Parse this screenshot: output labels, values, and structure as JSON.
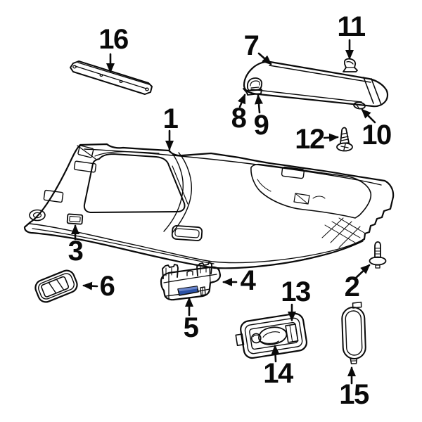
{
  "diagram": {
    "type": "exploded-parts-diagram",
    "subject": "vehicle headliner and interior trim components",
    "highlighted_callout": "5",
    "callouts": {
      "c1": {
        "label": "1",
        "points_to": "headliner-panel"
      },
      "c2": {
        "label": "2",
        "points_to": "push-pin-retainer"
      },
      "c3": {
        "label": "3",
        "points_to": "headliner-bracket"
      },
      "c4": {
        "label": "4",
        "points_to": "overhead-console"
      },
      "c5": {
        "label": "5",
        "points_to": "console-lens-highlighted"
      },
      "c6": {
        "label": "6",
        "points_to": "lamp-bezel"
      },
      "c7": {
        "label": "7",
        "points_to": "sun-visor"
      },
      "c8": {
        "label": "8",
        "points_to": "visor-pivot-clip"
      },
      "c9": {
        "label": "9",
        "points_to": "visor-pivot-cap"
      },
      "c10": {
        "label": "10",
        "points_to": "visor-support-mount"
      },
      "c11": {
        "label": "11",
        "points_to": "visor-clip"
      },
      "c12": {
        "label": "12",
        "points_to": "screw"
      },
      "c13": {
        "label": "13",
        "points_to": "dome-lamp-housing"
      },
      "c14": {
        "label": "14",
        "points_to": "dome-lamp-lens"
      },
      "c15": {
        "label": "15",
        "points_to": "lamp-lens-capsule"
      },
      "c16": {
        "label": "16",
        "points_to": "roof-rail-reinforcement"
      }
    },
    "colors": {
      "line": "#0a0a0a",
      "background": "#ffffff",
      "highlight_blue": "#2b51a5",
      "highlight_blue_light": "#6b86cc"
    }
  }
}
